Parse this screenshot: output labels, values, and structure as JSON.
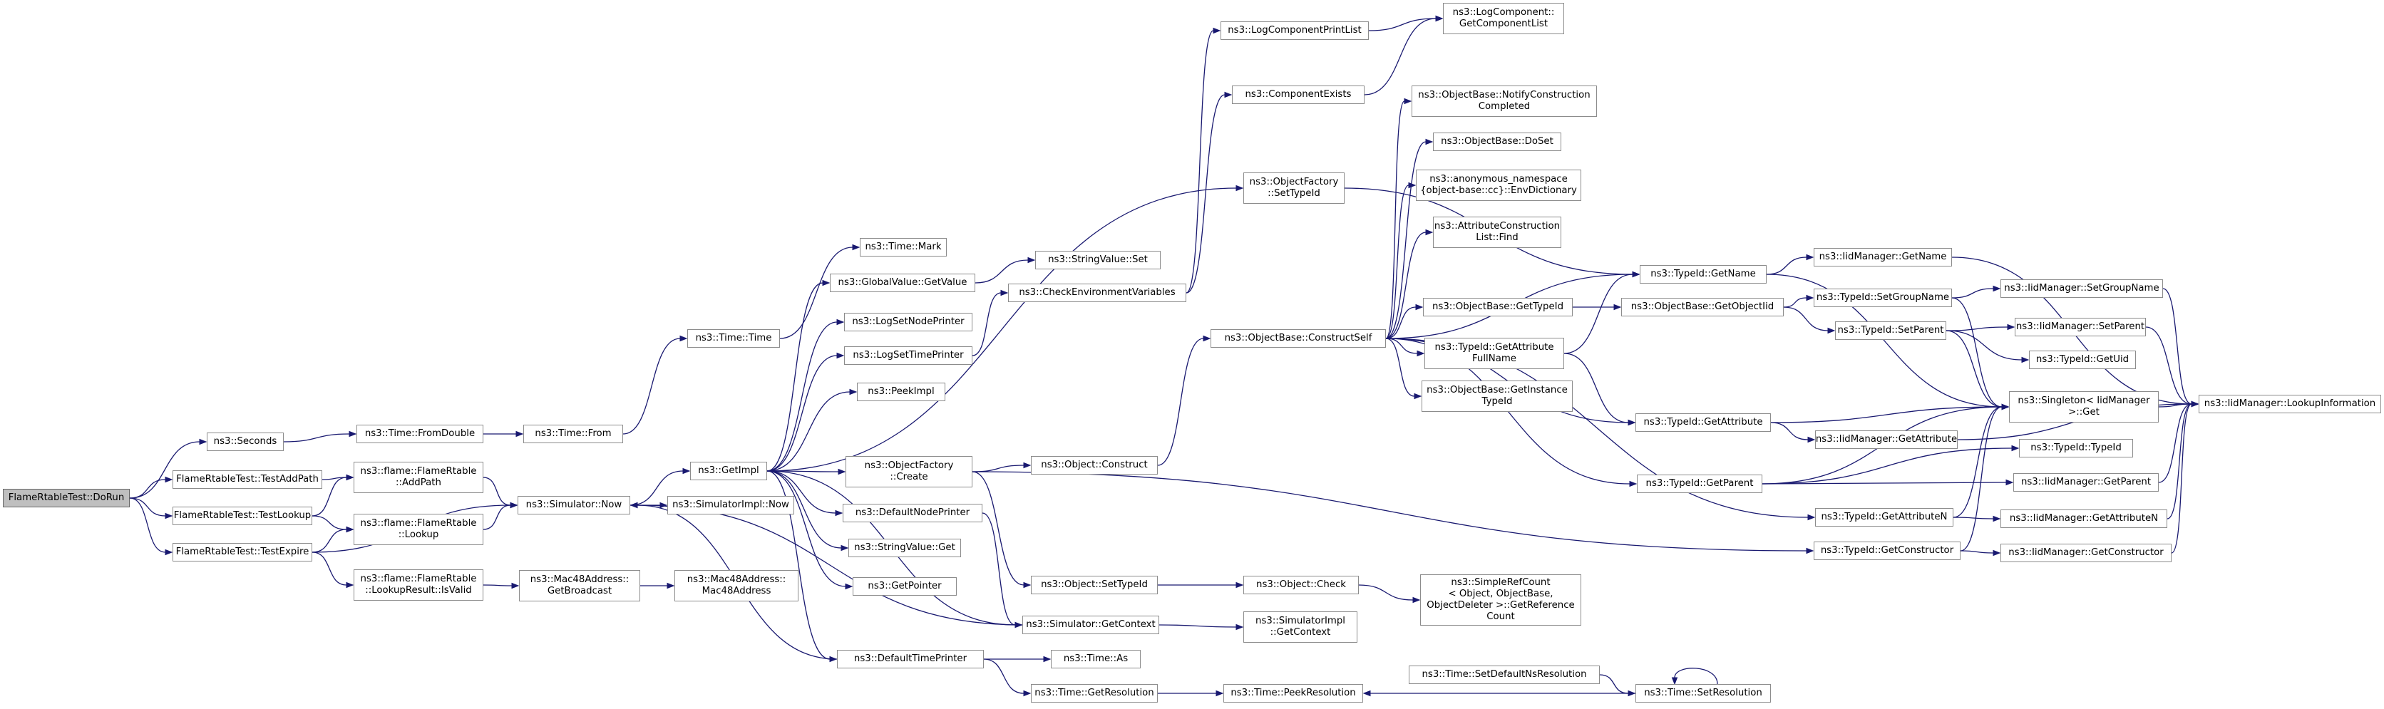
{
  "graph": {
    "root": "doRun",
    "nodes": [
      {
        "id": "doRun",
        "label": "FlameRtableTest::DoRun"
      },
      {
        "id": "seconds",
        "label": "ns3::Seconds"
      },
      {
        "id": "testAddPath",
        "label": "FlameRtableTest::TestAddPath"
      },
      {
        "id": "testLookup",
        "label": "FlameRtableTest::TestLookup"
      },
      {
        "id": "testExpire",
        "label": "FlameRtableTest::TestExpire"
      },
      {
        "id": "fromDouble",
        "label": "ns3::Time::FromDouble"
      },
      {
        "id": "addPath",
        "label": "ns3::flame::FlameRtable\n::AddPath"
      },
      {
        "id": "lookup",
        "label": "ns3::flame::FlameRtable\n::Lookup"
      },
      {
        "id": "isValid",
        "label": "ns3::flame::FlameRtable\n::LookupResult::IsValid"
      },
      {
        "id": "timeFrom",
        "label": "ns3::Time::From"
      },
      {
        "id": "simNow",
        "label": "ns3::Simulator::Now"
      },
      {
        "id": "getBroadcast",
        "label": "ns3::Mac48Address::\nGetBroadcast"
      },
      {
        "id": "mac48",
        "label": "ns3::Mac48Address::\nMac48Address"
      },
      {
        "id": "timeTime",
        "label": "ns3::Time::Time"
      },
      {
        "id": "simImplNow",
        "label": "ns3::SimulatorImpl::Now"
      },
      {
        "id": "getImpl",
        "label": "ns3::GetImpl"
      },
      {
        "id": "timeMark",
        "label": "ns3::Time::Mark"
      },
      {
        "id": "gvGetValue",
        "label": "ns3::GlobalValue::GetValue"
      },
      {
        "id": "logSetNode",
        "label": "ns3::LogSetNodePrinter"
      },
      {
        "id": "logSetTime",
        "label": "ns3::LogSetTimePrinter"
      },
      {
        "id": "peekImpl",
        "label": "ns3::PeekImpl"
      },
      {
        "id": "ofCreate",
        "label": "ns3::ObjectFactory\n::Create"
      },
      {
        "id": "defNode",
        "label": "ns3::DefaultNodePrinter"
      },
      {
        "id": "svGet",
        "label": "ns3::StringValue::Get"
      },
      {
        "id": "getPointer",
        "label": "ns3::GetPointer"
      },
      {
        "id": "defTime",
        "label": "ns3::DefaultTimePrinter"
      },
      {
        "id": "svSet",
        "label": "ns3::StringValue::Set"
      },
      {
        "id": "checkEnv",
        "label": "ns3::CheckEnvironmentVariables"
      },
      {
        "id": "objConstruct",
        "label": "ns3::Object::Construct"
      },
      {
        "id": "objSetTypeId",
        "label": "ns3::Object::SetTypeId"
      },
      {
        "id": "simGetContext",
        "label": "ns3::Simulator::GetContext"
      },
      {
        "id": "timeAs",
        "label": "ns3::Time::As"
      },
      {
        "id": "timeGetRes",
        "label": "ns3::Time::GetResolution"
      },
      {
        "id": "logCompPrint",
        "label": "ns3::LogComponentPrintList"
      },
      {
        "id": "compExists",
        "label": "ns3::ComponentExists"
      },
      {
        "id": "ofSetTypeId",
        "label": "ns3::ObjectFactory\n::SetTypeId"
      },
      {
        "id": "obConstructSelf",
        "label": "ns3::ObjectBase::ConstructSelf"
      },
      {
        "id": "objCheck",
        "label": "ns3::Object::Check"
      },
      {
        "id": "simImplGetCtx",
        "label": "ns3::SimulatorImpl\n::GetContext"
      },
      {
        "id": "peekRes",
        "label": "ns3::Time::PeekResolution"
      },
      {
        "id": "getCompList",
        "label": "ns3::LogComponent::\nGetComponentList"
      },
      {
        "id": "notifyConstr",
        "label": "ns3::ObjectBase::NotifyConstruction\nCompleted"
      },
      {
        "id": "obDoSet",
        "label": "ns3::ObjectBase::DoSet"
      },
      {
        "id": "envDict",
        "label": "ns3::anonymous_namespace\n{object-base::cc}::EnvDictionary"
      },
      {
        "id": "acFind",
        "label": "ns3::AttributeConstruction\nList::Find"
      },
      {
        "id": "obGetTypeId",
        "label": "ns3::ObjectBase::GetTypeId"
      },
      {
        "id": "tidGetAttrFull",
        "label": "ns3::TypeId::GetAttribute\nFullName"
      },
      {
        "id": "obGetInstTid",
        "label": "ns3::ObjectBase::GetInstance\nTypeId"
      },
      {
        "id": "refCount",
        "label": "ns3::SimpleRefCount\n< Object, ObjectBase,\nObjectDeleter >::GetReference\nCount"
      },
      {
        "id": "setDefNsRes",
        "label": "ns3::Time::SetDefaultNsResolution"
      },
      {
        "id": "tidGetName",
        "label": "ns3::TypeId::GetName"
      },
      {
        "id": "obGetObjTid",
        "label": "ns3::ObjectBase::GetObjectIid"
      },
      {
        "id": "tidGetAttr",
        "label": "ns3::TypeId::GetAttribute"
      },
      {
        "id": "tidGetParent",
        "label": "ns3::TypeId::GetParent"
      },
      {
        "id": "tidGetAttrN",
        "label": "ns3::TypeId::GetAttributeN"
      },
      {
        "id": "tidGetCtor",
        "label": "ns3::TypeId::GetConstructor"
      },
      {
        "id": "timeSetRes",
        "label": "ns3::Time::SetResolution"
      },
      {
        "id": "imGetName",
        "label": "ns3::IidManager::GetName"
      },
      {
        "id": "tidSetGroup",
        "label": "ns3::TypeId::SetGroupName"
      },
      {
        "id": "tidSetParent",
        "label": "ns3::TypeId::SetParent"
      },
      {
        "id": "imGetAttr",
        "label": "ns3::IidManager::GetAttribute"
      },
      {
        "id": "imSetGroup",
        "label": "ns3::IidManager::SetGroupName"
      },
      {
        "id": "imSetParent",
        "label": "ns3::IidManager::SetParent"
      },
      {
        "id": "tidGetUid",
        "label": "ns3::TypeId::GetUid"
      },
      {
        "id": "singletonGet",
        "label": "ns3::Singleton< IidManager\n>::Get"
      },
      {
        "id": "tidTypeId",
        "label": "ns3::TypeId::TypeId"
      },
      {
        "id": "imGetParent",
        "label": "ns3::IidManager::GetParent"
      },
      {
        "id": "imGetAttrN",
        "label": "ns3::IidManager::GetAttributeN"
      },
      {
        "id": "imGetCtor",
        "label": "ns3::IidManager::GetConstructor"
      },
      {
        "id": "imLookup",
        "label": "ns3::IidManager::LookupInformation"
      }
    ],
    "edges": [
      [
        "doRun",
        "seconds"
      ],
      [
        "doRun",
        "testAddPath"
      ],
      [
        "doRun",
        "testLookup"
      ],
      [
        "doRun",
        "testExpire"
      ],
      [
        "seconds",
        "fromDouble"
      ],
      [
        "fromDouble",
        "timeFrom"
      ],
      [
        "timeFrom",
        "timeTime"
      ],
      [
        "timeTime",
        "timeMark"
      ],
      [
        "testAddPath",
        "addPath"
      ],
      [
        "testLookup",
        "addPath"
      ],
      [
        "testLookup",
        "lookup"
      ],
      [
        "testExpire",
        "lookup"
      ],
      [
        "testExpire",
        "isValid"
      ],
      [
        "testExpire",
        "simNow"
      ],
      [
        "addPath",
        "simNow"
      ],
      [
        "lookup",
        "simNow"
      ],
      [
        "isValid",
        "getBroadcast"
      ],
      [
        "getBroadcast",
        "mac48"
      ],
      [
        "simNow",
        "getImpl"
      ],
      [
        "simNow",
        "simImplNow"
      ],
      [
        "getImpl",
        "gvGetValue"
      ],
      [
        "getImpl",
        "logSetNode"
      ],
      [
        "getImpl",
        "logSetTime"
      ],
      [
        "getImpl",
        "peekImpl"
      ],
      [
        "getImpl",
        "ofCreate"
      ],
      [
        "getImpl",
        "defNode"
      ],
      [
        "getImpl",
        "svGet"
      ],
      [
        "getImpl",
        "getPointer"
      ],
      [
        "getImpl",
        "defTime"
      ],
      [
        "getImpl",
        "ofSetTypeId"
      ],
      [
        "getImpl",
        "simGetContext"
      ],
      [
        "gvGetValue",
        "svSet"
      ],
      [
        "logSetTime",
        "checkEnv"
      ],
      [
        "checkEnv",
        "compExists"
      ],
      [
        "checkEnv",
        "logCompPrint"
      ],
      [
        "logCompPrint",
        "getCompList"
      ],
      [
        "compExists",
        "getCompList"
      ],
      [
        "ofSetTypeId",
        "tidGetName"
      ],
      [
        "ofCreate",
        "objConstruct"
      ],
      [
        "ofCreate",
        "objSetTypeId"
      ],
      [
        "ofCreate",
        "tidGetCtor"
      ],
      [
        "objConstruct",
        "obConstructSelf"
      ],
      [
        "objSetTypeId",
        "objCheck"
      ],
      [
        "defNode",
        "simGetContext"
      ],
      [
        "simGetContext",
        "simImplGetCtx"
      ],
      [
        "simGetContext",
        "simNow"
      ],
      [
        "defTime",
        "simNow"
      ],
      [
        "defTime",
        "timeAs"
      ],
      [
        "defTime",
        "timeGetRes"
      ],
      [
        "timeGetRes",
        "peekRes"
      ],
      [
        "setDefNsRes",
        "timeSetRes"
      ],
      [
        "timeSetRes",
        "peekRes"
      ],
      [
        "timeSetRes",
        "timeSetRes"
      ],
      [
        "objCheck",
        "refCount"
      ],
      [
        "obConstructSelf",
        "notifyConstr"
      ],
      [
        "obConstructSelf",
        "obDoSet"
      ],
      [
        "obConstructSelf",
        "envDict"
      ],
      [
        "obConstructSelf",
        "acFind"
      ],
      [
        "obConstructSelf",
        "tidGetName"
      ],
      [
        "obConstructSelf",
        "obGetTypeId"
      ],
      [
        "obConstructSelf",
        "tidGetAttrFull"
      ],
      [
        "obConstructSelf",
        "obGetInstTid"
      ],
      [
        "obConstructSelf",
        "tidGetAttr"
      ],
      [
        "obConstructSelf",
        "tidGetParent"
      ],
      [
        "obConstructSelf",
        "tidGetAttrN"
      ],
      [
        "obGetTypeId",
        "obGetObjTid"
      ],
      [
        "tidGetAttrFull",
        "tidGetName"
      ],
      [
        "tidGetAttrFull",
        "tidGetAttr"
      ],
      [
        "tidGetName",
        "imGetName"
      ],
      [
        "tidGetName",
        "singletonGet"
      ],
      [
        "obGetObjTid",
        "tidSetGroup"
      ],
      [
        "obGetObjTid",
        "tidSetParent"
      ],
      [
        "tidGetAttr",
        "singletonGet"
      ],
      [
        "tidGetAttr",
        "imGetAttr"
      ],
      [
        "tidGetParent",
        "singletonGet"
      ],
      [
        "tidGetParent",
        "tidTypeId"
      ],
      [
        "tidGetParent",
        "imGetParent"
      ],
      [
        "tidGetAttrN",
        "singletonGet"
      ],
      [
        "tidGetAttrN",
        "imGetAttrN"
      ],
      [
        "tidGetCtor",
        "singletonGet"
      ],
      [
        "tidGetCtor",
        "imGetCtor"
      ],
      [
        "tidSetGroup",
        "singletonGet"
      ],
      [
        "tidSetGroup",
        "imSetGroup"
      ],
      [
        "tidSetParent",
        "singletonGet"
      ],
      [
        "tidSetParent",
        "imSetParent"
      ],
      [
        "tidSetParent",
        "tidGetUid"
      ],
      [
        "imGetName",
        "imLookup"
      ],
      [
        "imSetGroup",
        "imLookup"
      ],
      [
        "imSetParent",
        "imLookup"
      ],
      [
        "imGetParent",
        "imLookup"
      ],
      [
        "imGetAttrN",
        "imLookup"
      ],
      [
        "imGetCtor",
        "imLookup"
      ],
      [
        "imGetAttr",
        "imLookup"
      ],
      [
        "singletonGet",
        "imLookup"
      ]
    ]
  }
}
